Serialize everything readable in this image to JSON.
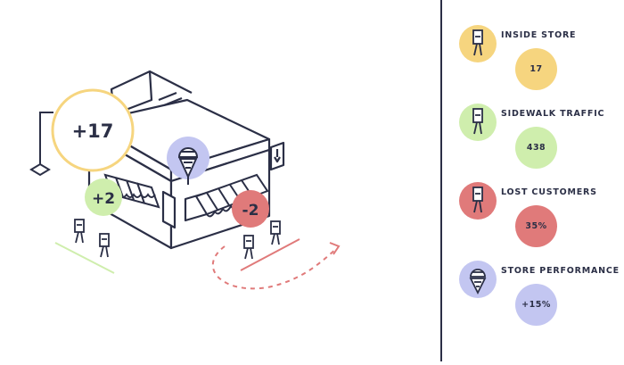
{
  "scene": {
    "badges": {
      "inside": "+17",
      "sidewalk": "+2",
      "lost": "-2"
    }
  },
  "metrics": [
    {
      "label": "INSIDE STORE",
      "value": "17",
      "color": "#f6d57f",
      "icon": "pedestrian-icon"
    },
    {
      "label": "SIDEWALK TRAFFIC",
      "value": "438",
      "color": "#cfeead",
      "icon": "pedestrian-icon"
    },
    {
      "label": "LOST CUSTOMERS",
      "value": "35%",
      "color": "#e07a7a",
      "icon": "pedestrian-icon"
    },
    {
      "label": "STORE PERFORMANCE",
      "value": "+15%",
      "color": "#c3c6f1",
      "icon": "ice-cream-icon"
    }
  ]
}
